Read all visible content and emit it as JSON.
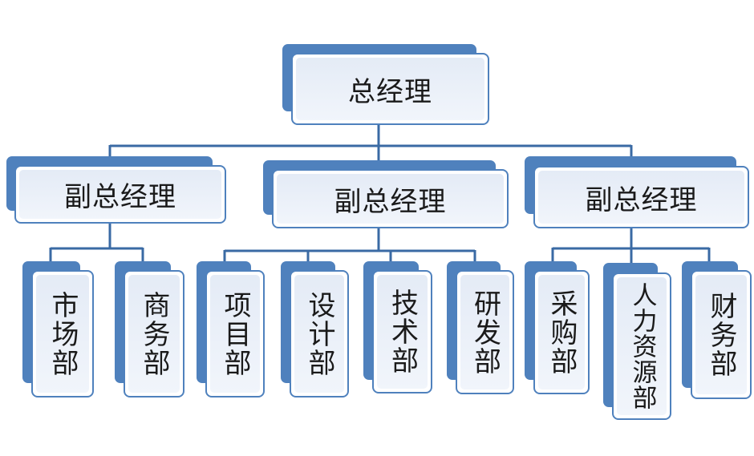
{
  "org_chart": {
    "root": {
      "label": "总经理"
    },
    "deputies": [
      {
        "label": "副总经理",
        "departments": [
          {
            "label": "市场部"
          },
          {
            "label": "商务部"
          }
        ]
      },
      {
        "label": "副总经理",
        "departments": [
          {
            "label": "项目部"
          },
          {
            "label": "设计部"
          },
          {
            "label": "技术部"
          },
          {
            "label": "研发部"
          }
        ]
      },
      {
        "label": "副总经理",
        "departments": [
          {
            "label": "采购部"
          },
          {
            "label": "人力资源部"
          },
          {
            "label": "财务部"
          }
        ]
      }
    ]
  },
  "colors": {
    "accent_dark": "#4f81bd",
    "line": "#3a6aa4",
    "fill_light": "#e8eef7"
  }
}
